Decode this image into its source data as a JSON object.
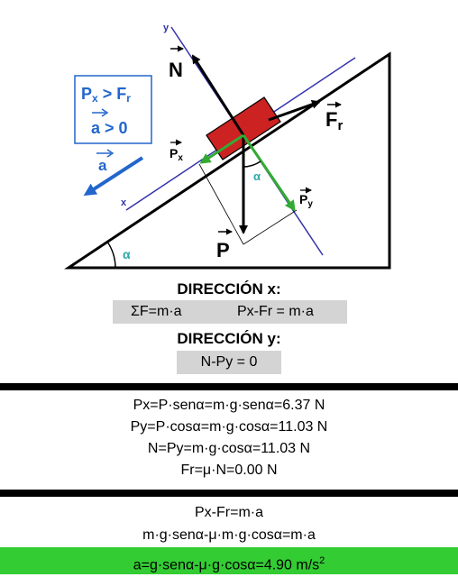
{
  "diagram": {
    "labels": {
      "normal": "N",
      "friction": "F",
      "friction_sub": "r",
      "weight": "P",
      "px": "P",
      "px_sub": "x",
      "py": "P",
      "py_sub": "y",
      "alpha_inner": "α",
      "alpha_base": "α",
      "axis_x": "x",
      "axis_y": "y",
      "accel": "a"
    },
    "condition_box": {
      "line1_p": "P",
      "line1_p_sub": "x",
      "line1_op": " > F",
      "line1_f_sub": "r",
      "line2_a": "a",
      "line2_rest": " > 0"
    },
    "colors": {
      "block": "#cc2222",
      "green": "#33aa33",
      "blue": "#2266cc",
      "axis": "#3333aa",
      "teal": "#2aa8a8"
    }
  },
  "dir_x": {
    "title": "DIRECCIÓN x:",
    "eq1": "ΣF=m·a",
    "eq2": "Px-Fr = m·a"
  },
  "dir_y": {
    "title": "DIRECCIÓN y:",
    "eq": "N-Py = 0"
  },
  "results": {
    "px": "Px=P·senα=m·g·senα=6.37 N",
    "py": "Py=P·cosα=m·g·cosα=11.03 N",
    "n": "N=Py=m·g·cosα=11.03 N",
    "fr": "Fr=μ·N=0.00 N"
  },
  "final": {
    "eq1": "Px-Fr=m·a",
    "eq2": "m·g·senα-μ·m·g·cosα=m·a",
    "eq3_main": "a=g·senα-μ·g·cosα=4.90 m/s",
    "eq3_sup": "2"
  }
}
